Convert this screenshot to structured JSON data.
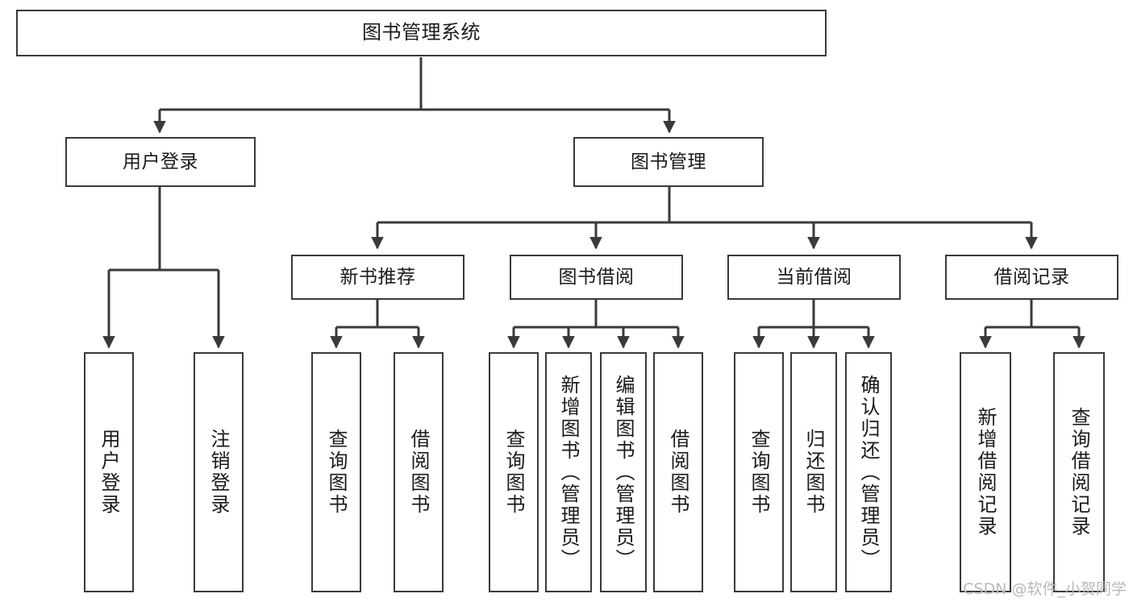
{
  "diagram": {
    "title": "图书管理系统",
    "watermark": "CSDN @软件_小贺同学",
    "stroke_color": "#3a3a3a",
    "text_color": "#1a1a1a",
    "background_color": "#ffffff",
    "nodes": {
      "root": {
        "label": "图书管理系统"
      },
      "level2": [
        {
          "label": "用户登录"
        },
        {
          "label": "图书管理"
        }
      ],
      "level3": [
        {
          "label": "新书推荐"
        },
        {
          "label": "图书借阅"
        },
        {
          "label": "当前借阅"
        },
        {
          "label": "借阅记录"
        }
      ],
      "leaves_user_login": [
        {
          "label": "用户登录"
        },
        {
          "label": "注销登录"
        }
      ],
      "leaves_new_book": [
        {
          "label": "查询图书"
        },
        {
          "label": "借阅图书"
        }
      ],
      "leaves_borrow": [
        {
          "label": "查询图书"
        },
        {
          "label": "新增图书（管理员）"
        },
        {
          "label": "编辑图书（管理员）"
        },
        {
          "label": "借阅图书"
        }
      ],
      "leaves_current": [
        {
          "label": "查询图书"
        },
        {
          "label": "归还图书"
        },
        {
          "label": "确认归还（管理员）"
        }
      ],
      "leaves_records": [
        {
          "label": "新增借阅记录"
        },
        {
          "label": "查询借阅记录"
        }
      ]
    }
  }
}
